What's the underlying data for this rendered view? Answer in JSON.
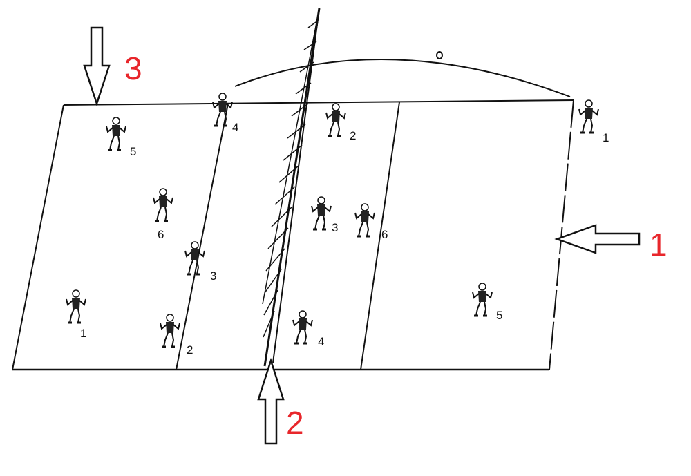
{
  "diagram": {
    "callouts": [
      {
        "id": "callout-1",
        "label": "1"
      },
      {
        "id": "callout-2",
        "label": "2"
      },
      {
        "id": "callout-3",
        "label": "3"
      }
    ],
    "left_team": [
      "5",
      "4",
      "6",
      "3",
      "1",
      "2"
    ],
    "right_team": [
      "2",
      "3",
      "6",
      "4",
      "5",
      "1"
    ],
    "colors": {
      "callout": "#e8262b",
      "line": "#111111"
    }
  }
}
